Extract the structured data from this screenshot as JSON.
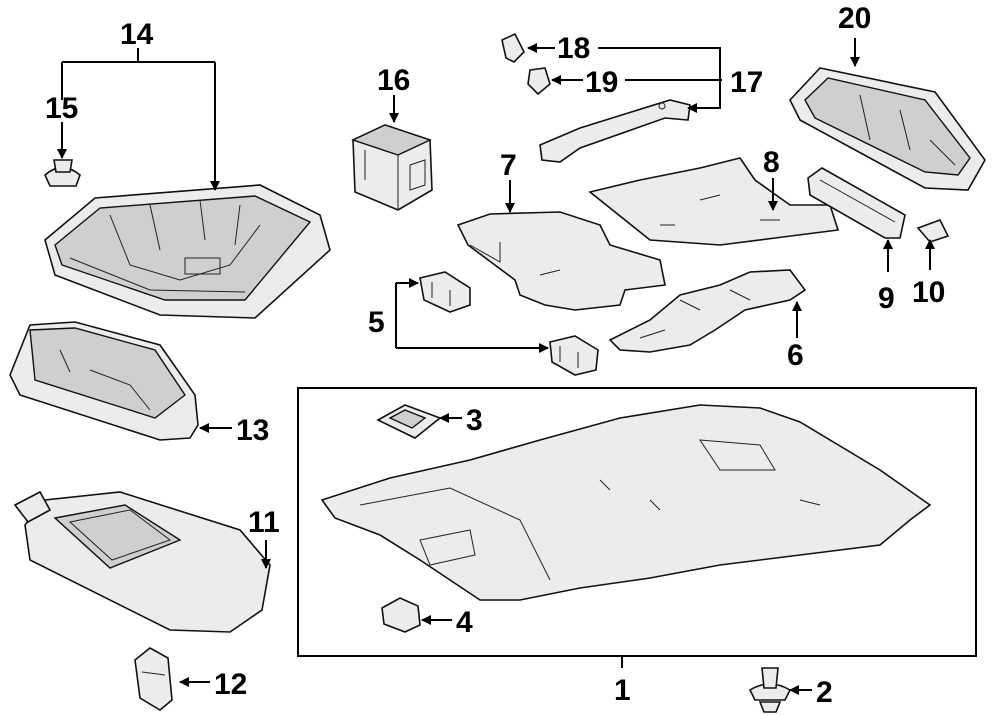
{
  "callouts": {
    "c1": "1",
    "c2": "2",
    "c3": "3",
    "c4": "4",
    "c5": "5",
    "c6": "6",
    "c7": "7",
    "c8": "8",
    "c9": "9",
    "c10": "10",
    "c11": "11",
    "c12": "12",
    "c13": "13",
    "c14": "14",
    "c15": "15",
    "c16": "16",
    "c17": "17",
    "c18": "18",
    "c19": "19",
    "c20": "20"
  },
  "colors": {
    "line": "#000000",
    "part_fill": "#ececec",
    "part_shade": "#cfcfcf",
    "background": "#ffffff"
  }
}
